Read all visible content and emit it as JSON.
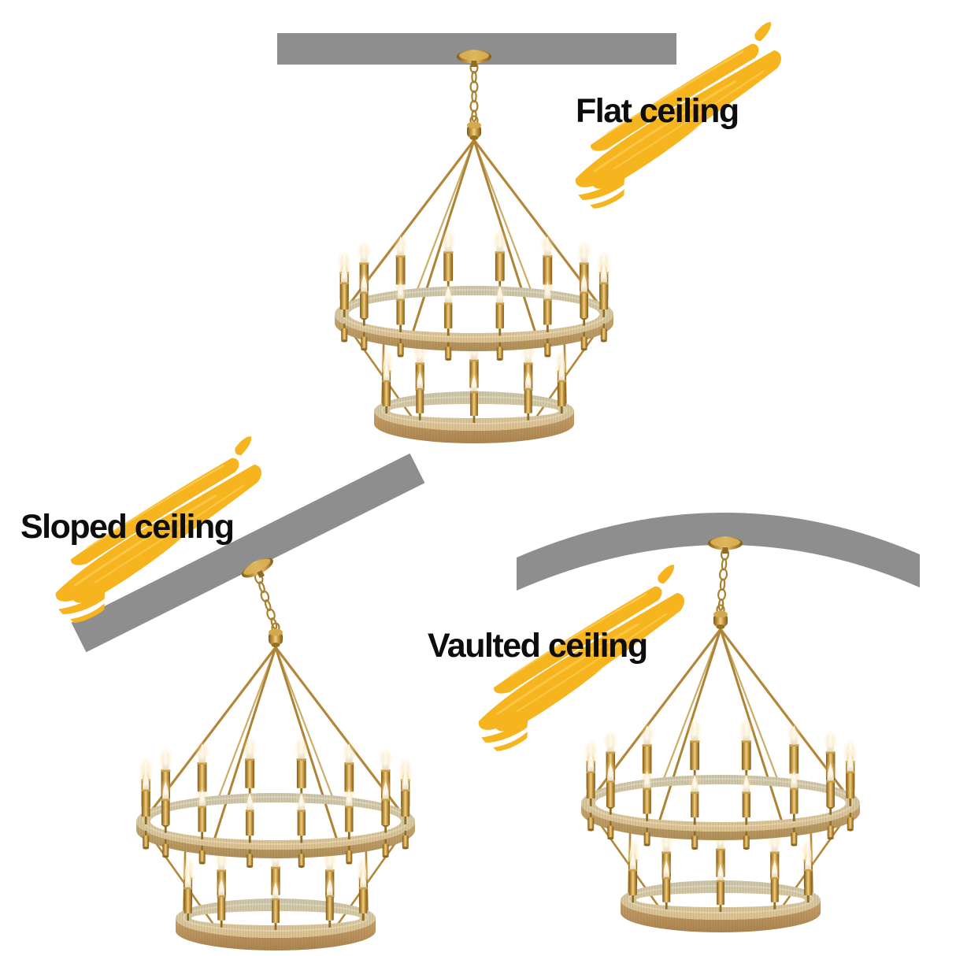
{
  "sections": [
    {
      "name": "flat-ceiling",
      "label": "Flat ceiling"
    },
    {
      "name": "sloped-ceiling",
      "label": "Sloped ceiling"
    },
    {
      "name": "vaulted-ceiling",
      "label": "Vaulted ceiling"
    }
  ],
  "colors": {
    "highlight_yellow": "#F6B41E",
    "highlight_yellow_light": "#FBCD55",
    "ceiling_gray": "#8E8E8E",
    "text_black": "#0D0D0D",
    "brass_gold": "#C0913A",
    "brass_dark": "#8F6B24",
    "rope_tan_light": "#CDC7AE",
    "rope_tan_front": "#DFC392",
    "bulb_white": "#F7F1E3"
  },
  "illustrations": {
    "chandelier": "two-tier-rope-wrapped-wagon-wheel-chandelier-with-candle-lights",
    "flat_ceiling_shape": "horizontal-gray-bar",
    "sloped_ceiling_shape": "diagonal-gray-bar",
    "vaulted_ceiling_shape": "curved-gray-arch"
  }
}
